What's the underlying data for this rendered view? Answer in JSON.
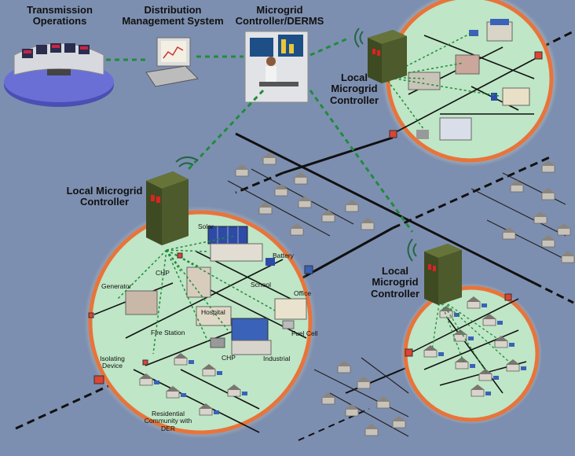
{
  "header": {
    "transmission": [
      "Transmission",
      "Operations"
    ],
    "distribution": [
      "Distribution",
      "Management System"
    ],
    "microgrid": [
      "Microgrid",
      "Controller/DERMS"
    ]
  },
  "controllers": {
    "top": [
      "Local",
      "Microgrid",
      "Controller"
    ],
    "left": [
      "Local Microgrid",
      "Controller"
    ],
    "right": [
      "Local",
      "Microgrid",
      "Controller"
    ]
  },
  "labels": {
    "solar": "Solar",
    "battery": "Battery",
    "chp1": "CHP",
    "school": "School",
    "generator": "Generator",
    "office": "Office",
    "hospital": "Hospital",
    "fuel_cell": "Fuel Cell",
    "fire_station": "Fire Station",
    "chp2": "CHP",
    "industrial": "Industrial",
    "isolating": [
      "Isolating",
      "Device"
    ],
    "residential": [
      "Residential",
      "Community with",
      "DER"
    ]
  },
  "colors": {
    "background": "#7d8fb0",
    "microgrid_fill": "#bfe6c6",
    "microgrid_ring": "#e8743b",
    "comm_link": "#1f8c3a",
    "power_line": "#111111",
    "controller": "#4c5a2c"
  }
}
